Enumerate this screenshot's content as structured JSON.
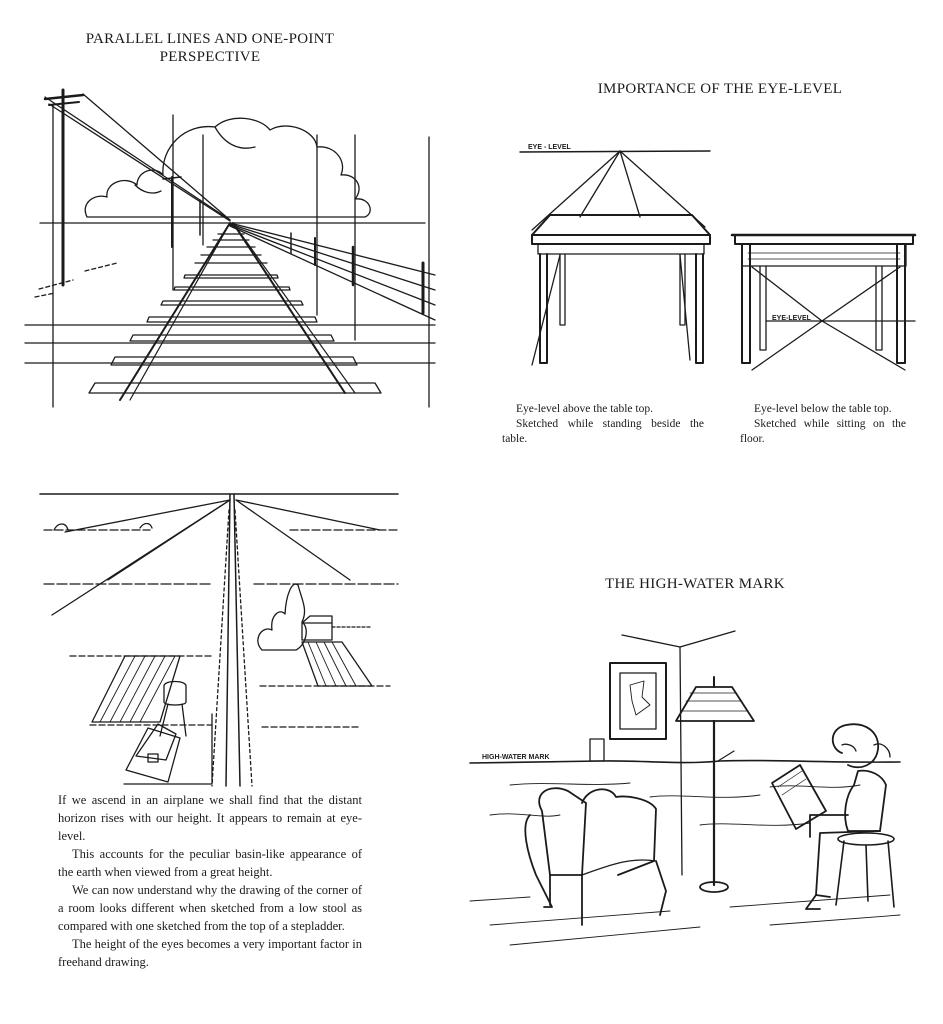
{
  "panel_rail": {
    "title_line1": "PARALLEL LINES AND ONE-POINT",
    "title_line2": "PERSPECTIVE"
  },
  "panel_eye": {
    "title": "IMPORTANCE OF THE EYE-LEVEL",
    "label_eye_level": "EYE - LEVEL",
    "label_eye_level_small": "EYE-LEVEL",
    "caption_left_line1": "Eye-level above the table top.",
    "caption_left_line2": "Sketched while standing beside the table.",
    "caption_right_line1": "Eye-level below the table top.",
    "caption_right_line2": "Sketched while sitting on the floor."
  },
  "panel_air": {
    "paragraphs": [
      "If we ascend in an airplane we shall find that the distant horizon rises with our height. It appears to remain at eye-level.",
      "This accounts for the peculiar basin-like appearance of the earth when viewed from a great height.",
      "We can now understand why the drawing of the corner of a room looks different when sketched from a low stool as compared with one sketched from the top of a stepladder.",
      "The height of the eyes becomes a very important factor in freehand drawing."
    ]
  },
  "panel_water": {
    "title": "THE HIGH-WATER MARK",
    "label_high_water": "HIGH-WATER MARK"
  }
}
